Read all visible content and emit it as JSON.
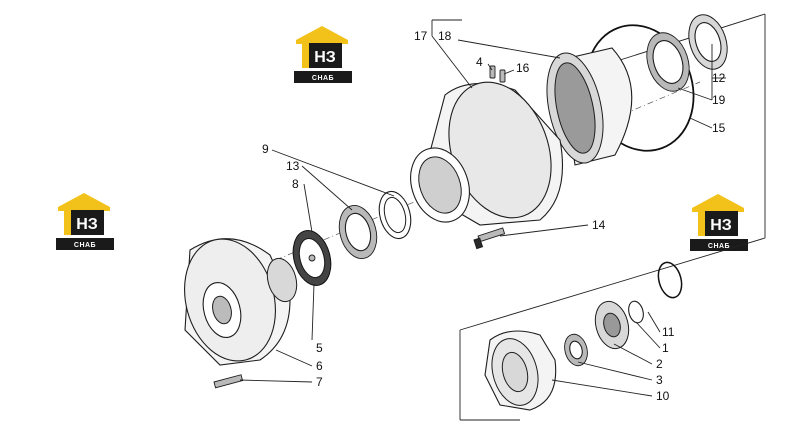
{
  "logo": {
    "letters": "НЗ",
    "subtitle": "СНАБ",
    "colors": {
      "roof": "#f2c21a",
      "body": "#1a1a1a",
      "text": "#ffffff"
    }
  },
  "callouts": [
    {
      "id": "17",
      "label": "17"
    },
    {
      "id": "18",
      "label": "18"
    },
    {
      "id": "4",
      "label": "4"
    },
    {
      "id": "16",
      "label": "16"
    },
    {
      "id": "12",
      "label": "12"
    },
    {
      "id": "19",
      "label": "19"
    },
    {
      "id": "15",
      "label": "15"
    },
    {
      "id": "9",
      "label": "9"
    },
    {
      "id": "13",
      "label": "13"
    },
    {
      "id": "8",
      "label": "8"
    },
    {
      "id": "14",
      "label": "14"
    },
    {
      "id": "11",
      "label": "11"
    },
    {
      "id": "1",
      "label": "1"
    },
    {
      "id": "2",
      "label": "2"
    },
    {
      "id": "3",
      "label": "3"
    },
    {
      "id": "10",
      "label": "10"
    },
    {
      "id": "5",
      "label": "5"
    },
    {
      "id": "6",
      "label": "6"
    },
    {
      "id": "7",
      "label": "7"
    }
  ]
}
